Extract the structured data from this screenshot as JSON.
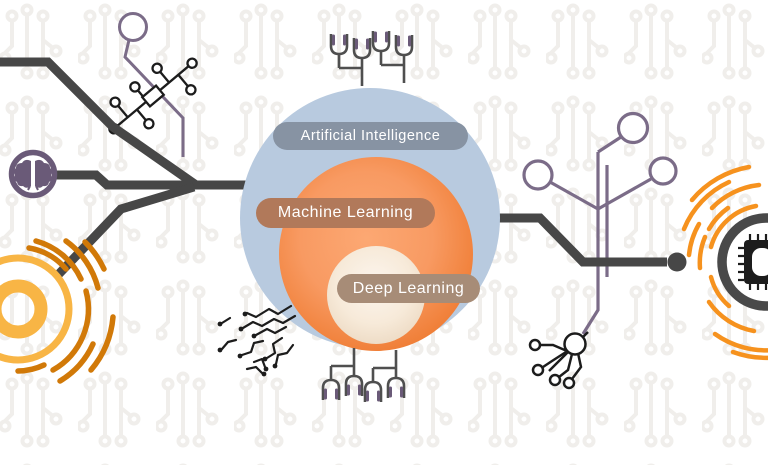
{
  "diagram": {
    "type": "nested-circles",
    "rings": [
      {
        "id": "ai",
        "label": "Artificial Intelligence",
        "circle_color": "#b8cadf",
        "pill_color": "#8793a3"
      },
      {
        "id": "ml",
        "label": "Machine Learning",
        "circle_color": "#f89a62",
        "pill_color": "#b1795a"
      },
      {
        "id": "dl",
        "label": "Deep Learning",
        "circle_color": "#f3e6d6",
        "pill_color": "#a78c77"
      }
    ],
    "decorations": {
      "icons": [
        "brain-icon",
        "cpu-chip-icon",
        "circuit-trace",
        "circuit-fern-icon",
        "fork-tree-icon",
        "target-rings",
        "circuit-sprig-icon",
        "circuit-scribble-icon",
        "circuit-pattern-background"
      ],
      "trace_gray": "#474747",
      "accent_purple": "#7b6c88",
      "accent_orange": "#f6921e",
      "accent_dark_orange": "#d17908",
      "accent_yellow": "#f8b545",
      "pattern_gray": "#f0eeeb",
      "text_color": "#ffffff"
    }
  }
}
